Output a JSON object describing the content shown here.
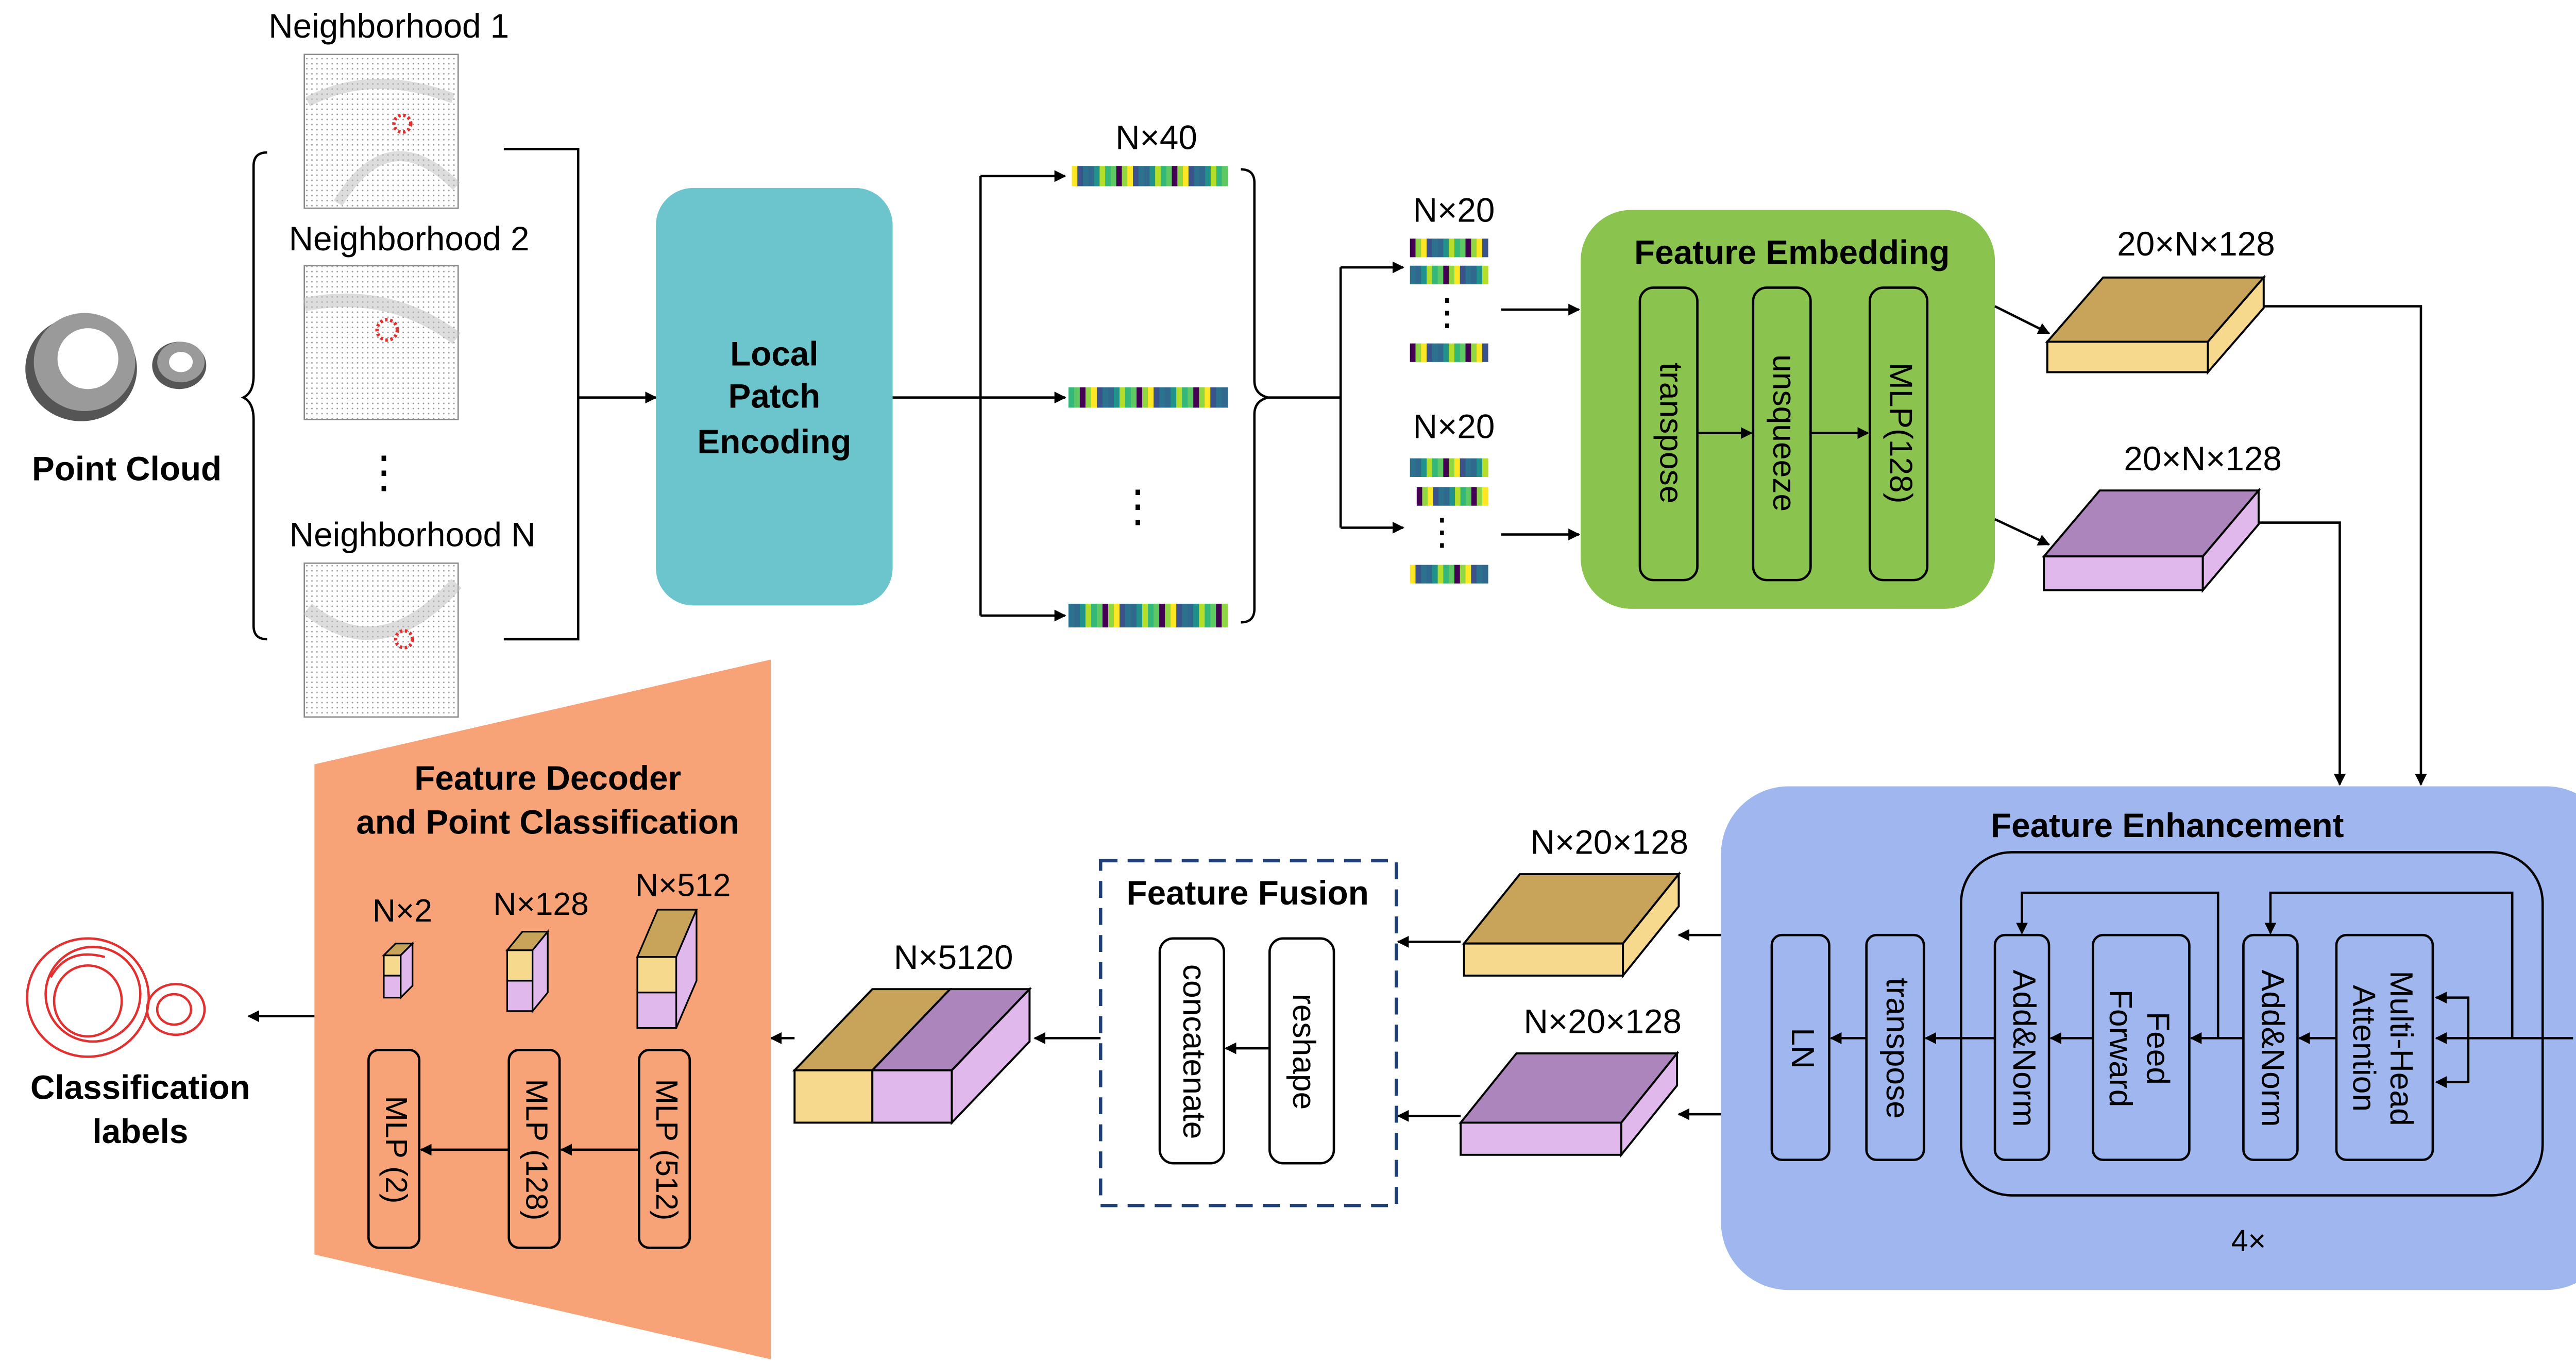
{
  "point_cloud": {
    "label": "Point Cloud"
  },
  "neighborhoods": {
    "n1": "Neighborhood 1",
    "n2": "Neighborhood 2",
    "nN": "Neighborhood N",
    "dots": "⋮"
  },
  "local_patch": {
    "line1": "Local",
    "line2": "Patch",
    "line3": "Encoding"
  },
  "dims": {
    "n40": "N×40",
    "n20a": "N×20",
    "n20b": "N×20",
    "e1": "20×N×128",
    "e2": "20×N×128",
    "f1": "N×20×128",
    "f2": "N×20×128",
    "fused": "N×5120",
    "d2": "N×2",
    "d128": "N×128",
    "d512": "N×512",
    "vdots": "⋮"
  },
  "feature_embedding": {
    "title": "Feature Embedding",
    "ops": [
      "transpose",
      "unsqueeze",
      "MLP(128)"
    ]
  },
  "feature_enhancement": {
    "title": "Feature Enhancement",
    "ops": [
      "LN",
      "transpose",
      "Add&Norm",
      "Feed Forward",
      "Add&Norm",
      "Multi-Head Attention"
    ],
    "repeat": "4×"
  },
  "feature_fusion": {
    "title": "Feature Fusion",
    "ops": [
      "concatenate",
      "reshape"
    ]
  },
  "decoder": {
    "title_line1": "Feature Decoder",
    "title_line2": "and Point Classification",
    "ops": [
      "MLP (2)",
      "MLP (128)",
      "MLP (512)"
    ]
  },
  "output": {
    "line1": "Classification",
    "line2": "labels"
  },
  "colors": {
    "teal": "#6cc4cc",
    "green": "#8ac44f",
    "blue": "#9fb6ef",
    "orange": "#f7a277",
    "gold": "#c8a45a",
    "yellow": "#f6d98d",
    "purple": "#ad85bd",
    "lilac": "#e0b8ec",
    "red": "#e03030"
  }
}
